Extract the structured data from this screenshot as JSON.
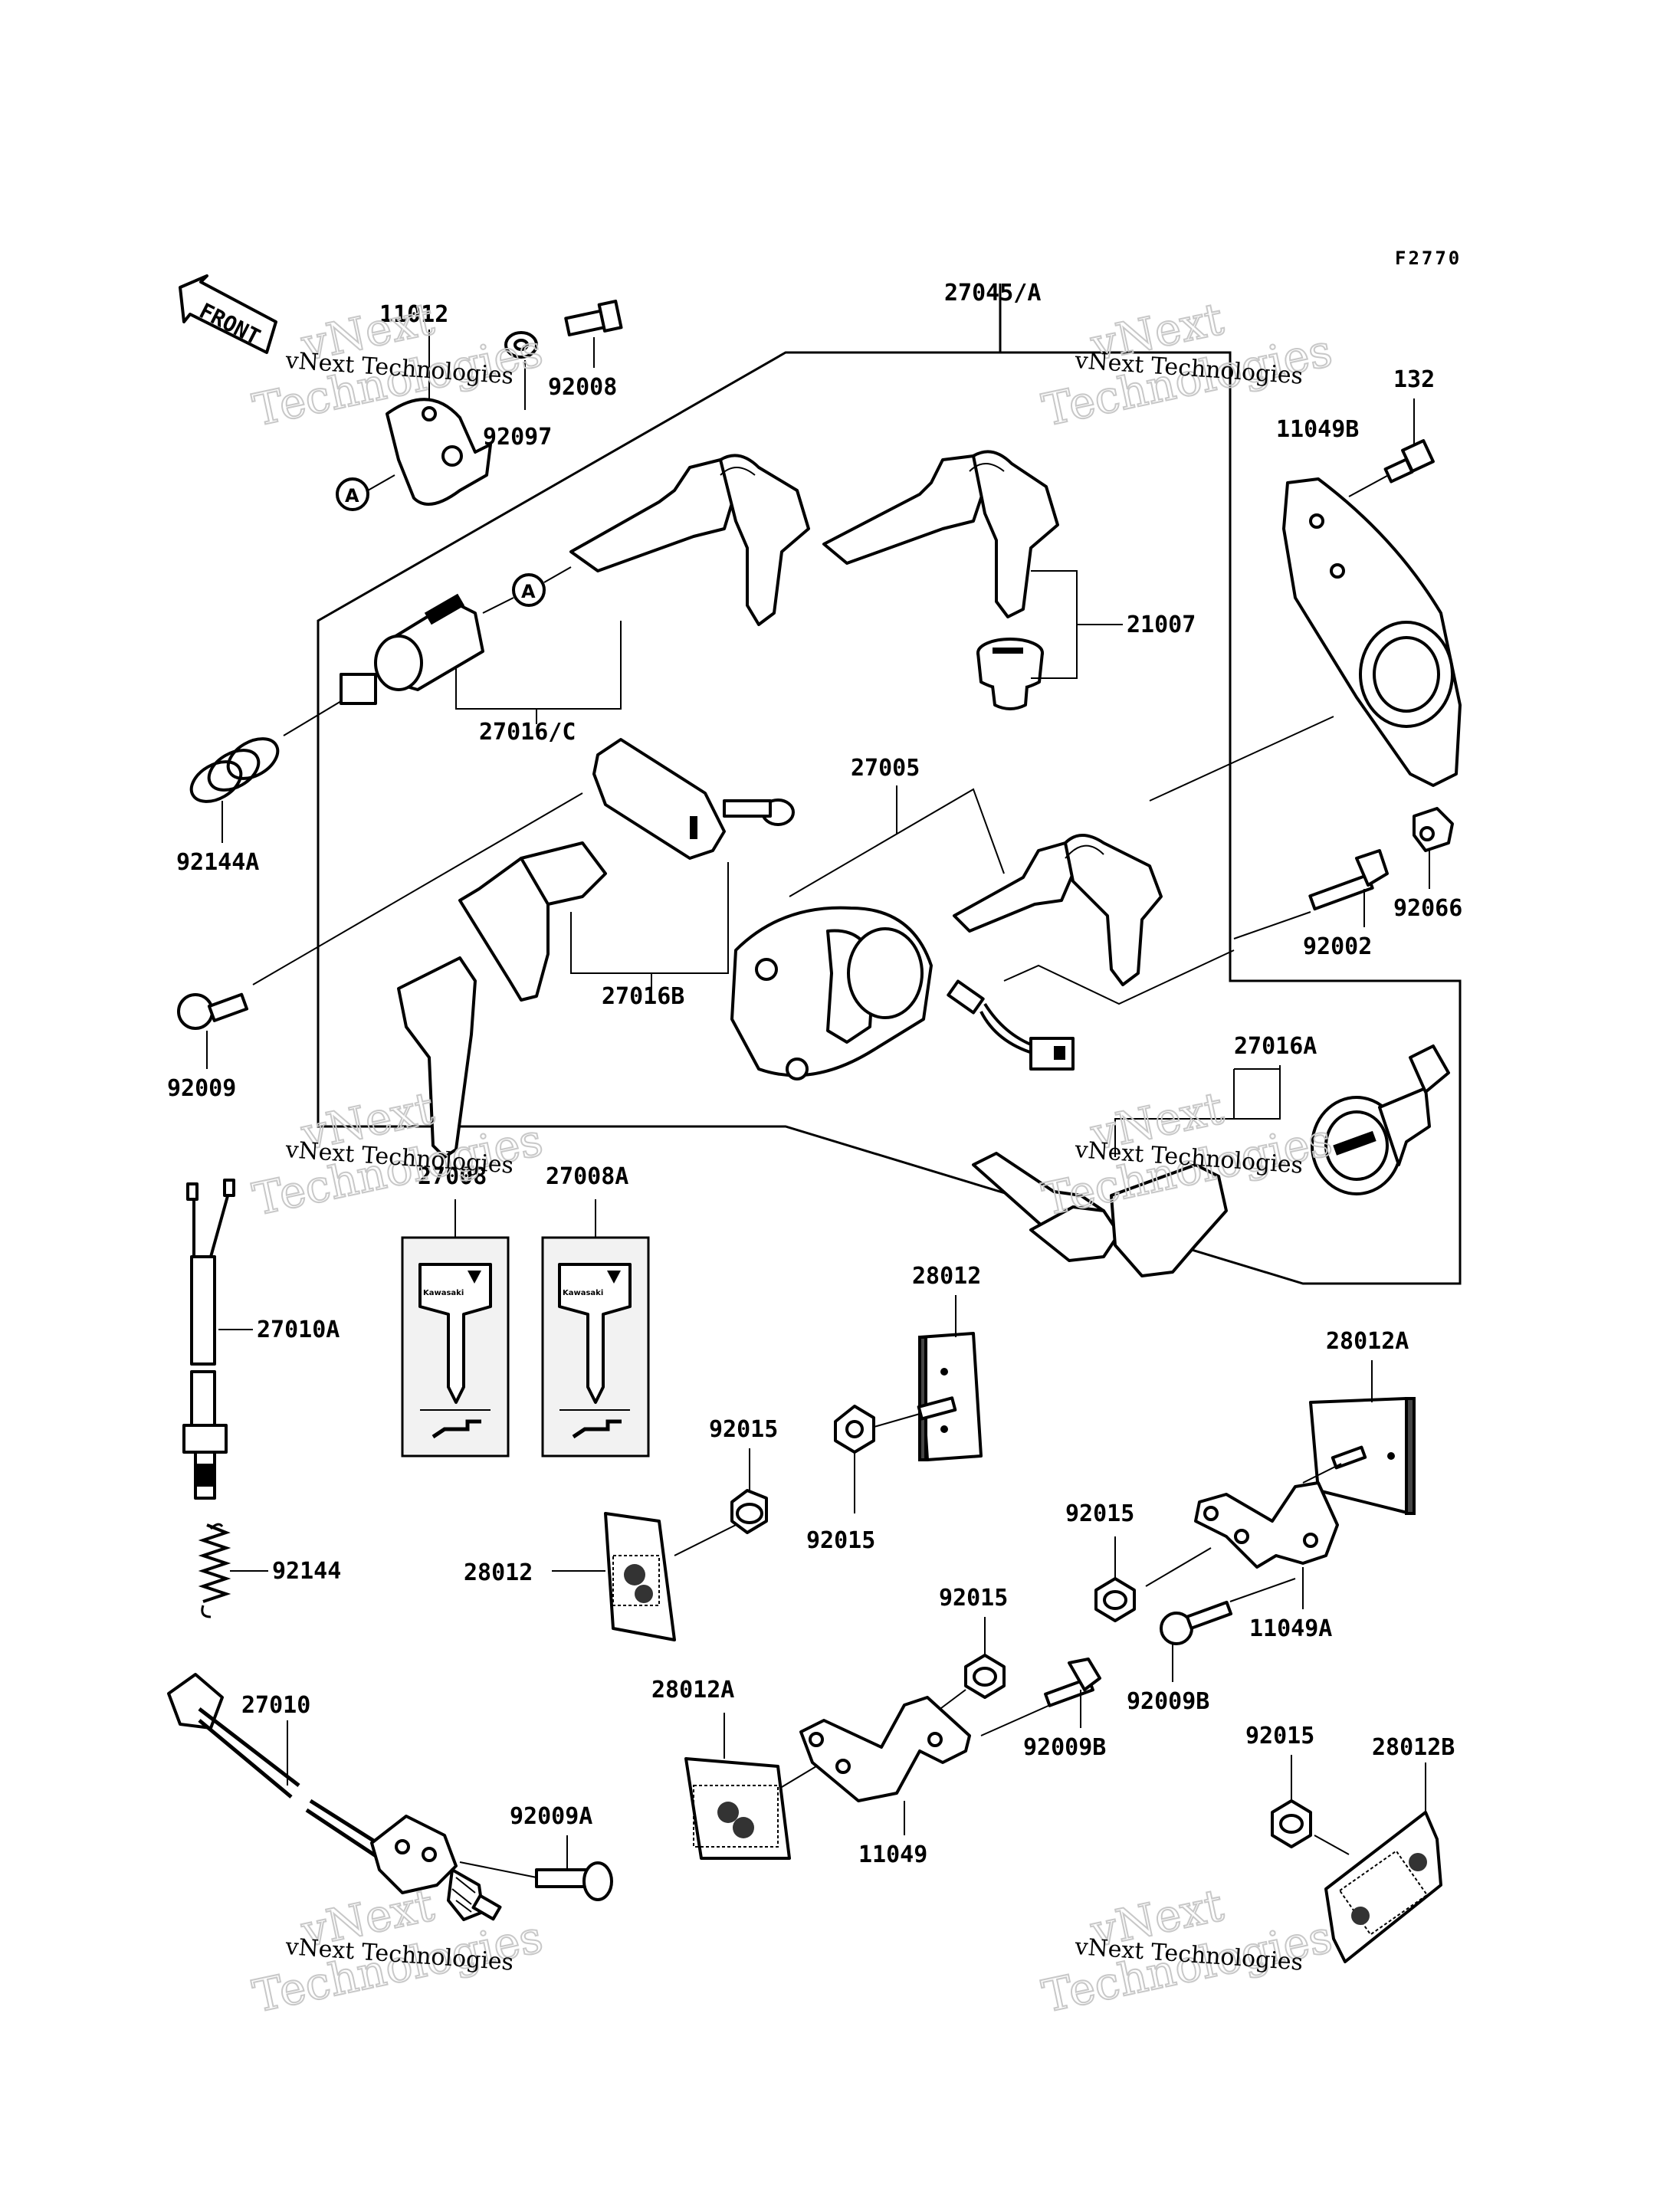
{
  "figure_code": "F2770",
  "front_label": "FRONT",
  "ref_marker": "A",
  "brand_on_tag": "Kawasaki",
  "watermark": {
    "line1": "vNext",
    "line2": "Technologies",
    "small": "vNext Technologies"
  },
  "parts": {
    "p11012": "11012",
    "p92008": "92008",
    "p92097": "92097",
    "p27045A": "27045/A",
    "p132": "132",
    "p11049B": "11049B",
    "p21007": "21007",
    "p27016C": "27016/C",
    "p92144A": "92144A",
    "p27005": "27005",
    "p92066": "92066",
    "p92002": "92002",
    "p27016B": "27016B",
    "p92009": "92009",
    "p27016A": "27016A",
    "p27008": "27008",
    "p27008A": "27008A",
    "p27010A": "27010A",
    "p28012_top": "28012",
    "p28012A_right": "28012A",
    "p92015_a": "92015",
    "p92015_b": "92015",
    "p92015_c": "92015",
    "p92015_d": "92015",
    "p92015_e": "92015",
    "p28012_left": "28012",
    "p92144": "92144",
    "p11049A": "11049A",
    "p92009B_a": "92009B",
    "p92009B_b": "92009B",
    "p27010": "27010",
    "p28012A_bottom": "28012A",
    "p92009A": "92009A",
    "p11049": "11049",
    "p28012B": "28012B"
  }
}
